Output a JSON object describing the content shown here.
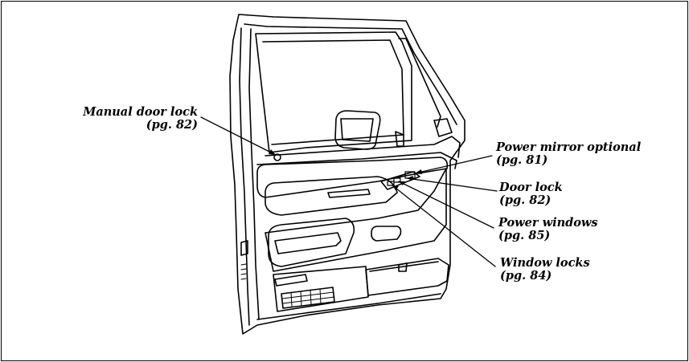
{
  "callouts": {
    "manual_door_lock": {
      "title": "Manual door lock",
      "ref": "(pg. 82)"
    },
    "power_mirror": {
      "title": "Power mirror optional",
      "ref": "(pg. 81)"
    },
    "door_lock": {
      "title": "Door lock",
      "ref": "(pg. 82)"
    },
    "power_windows": {
      "title": "Power windows",
      "ref": "(pg. 85)"
    },
    "window_locks": {
      "title": "Window locks",
      "ref": "(pg. 84)"
    }
  }
}
